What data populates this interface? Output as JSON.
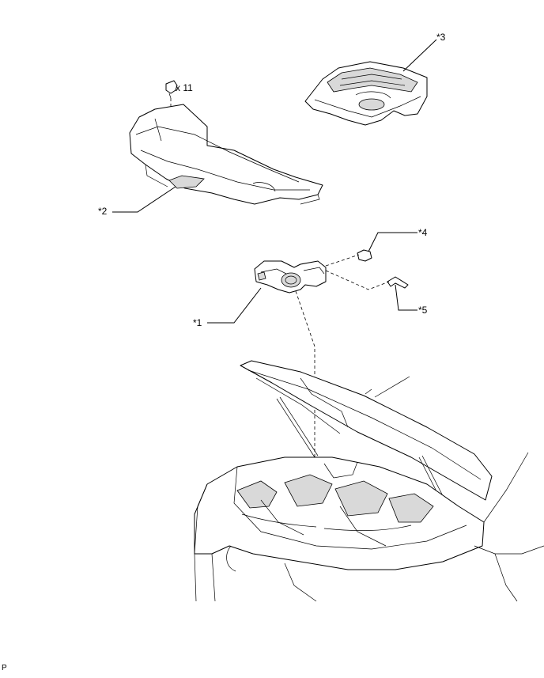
{
  "callouts": {
    "c1": "*1",
    "c2": "*2",
    "c3": "*3",
    "c4": "*4",
    "c5": "*5"
  },
  "clip_qty": "x 11",
  "corner_mark": "P"
}
